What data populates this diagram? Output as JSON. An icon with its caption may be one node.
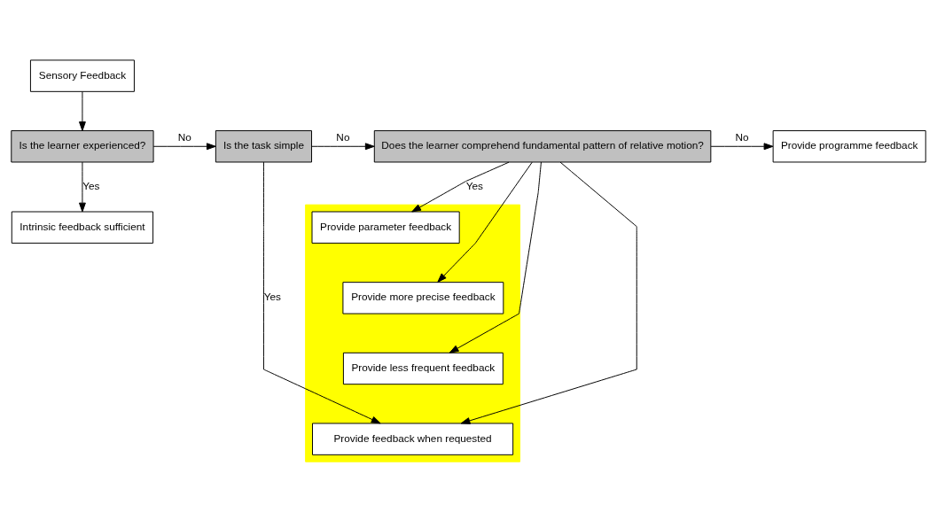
{
  "diagram": {
    "nodes": [
      {
        "text": [
          "Sensory Feedback"
        ]
      },
      {
        "text": [
          "Is the learner experienced?"
        ]
      },
      {
        "text": [
          "Is the task simple"
        ]
      },
      {
        "text": [
          "Does the learner comprehend fundamental pattern of relative motion?"
        ]
      },
      {
        "text": [
          "Provide programme feedback"
        ]
      },
      {
        "text": [],
        "shape": "box"
      },
      {
        "text": [
          "Provide parameter feedback"
        ],
        "in": 5
      },
      {
        "text": [
          "Provide more precise feedback"
        ],
        "in": 5
      },
      {
        "text": [
          "Provide less frequent feedback"
        ],
        "in": 5
      },
      {
        "text": [
          "Provide feedback when requested"
        ],
        "in": 5
      },
      {
        "text": [
          "Intrinsic feedback sufficient"
        ]
      }
    ],
    "edges": [
      {
        "from": 0,
        "to": 1,
        "arrow": "to"
      },
      {
        "from": 1,
        "to": 2,
        "label": "No",
        "arrow": "to"
      },
      {
        "from": 2,
        "to": 3,
        "label": "No",
        "arrow": "to"
      },
      {
        "from": 3,
        "to": 4,
        "label": "No",
        "arrow": "to"
      },
      {
        "from": 3,
        "to": 6,
        "label": "Yes",
        "arrow": "to"
      },
      {
        "from": 3,
        "to": 7,
        "arrow": "to"
      },
      {
        "from": 3,
        "to": 8,
        "arrow": "to"
      },
      {
        "from": 3,
        "to": 9,
        "arrow": "to"
      },
      {
        "from": 1,
        "to": 10,
        "label": "Yes",
        "arrow": "to"
      },
      {
        "from": 2,
        "to": 9,
        "label": "Yes",
        "arrow": "to"
      }
    ]
  }
}
